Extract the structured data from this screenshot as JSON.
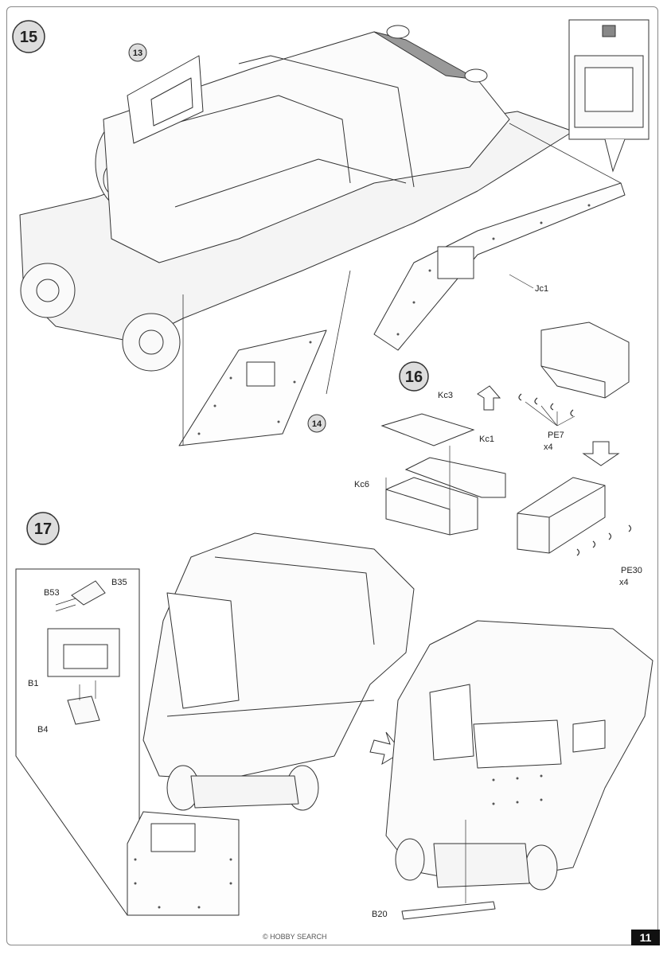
{
  "steps": {
    "s15": {
      "number": "15"
    },
    "s16": {
      "number": "16"
    },
    "s17": {
      "number": "17"
    }
  },
  "callouts": {
    "c13": "13",
    "c14": "14"
  },
  "parts": {
    "jc1": "Jc1",
    "kc3": "Kc3",
    "kc1": "Kc1",
    "kc6": "Kc6",
    "pe7": "PE7",
    "pe30": "PE30",
    "qty_pe7": "x4",
    "qty_pe30": "x4",
    "b53": "B53",
    "b35": "B35",
    "b1": "B1",
    "b4": "B4",
    "b20": "B20"
  },
  "footer": {
    "copyright": "© HOBBY SEARCH",
    "brand": "HOBBY SEARCH",
    "page_number": "11"
  }
}
